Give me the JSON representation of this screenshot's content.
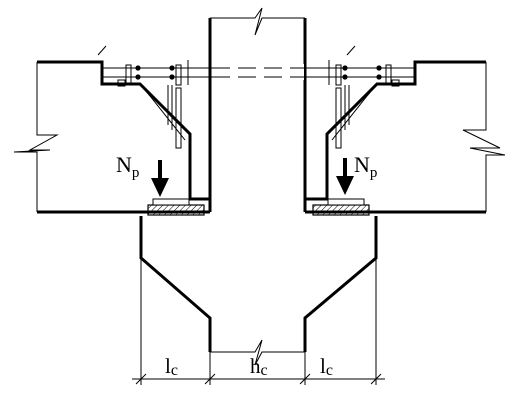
{
  "labels": {
    "force_left": {
      "main": "N",
      "sub": "p"
    },
    "force_right": {
      "main": "N",
      "sub": "p"
    },
    "dim_left": {
      "main": "l",
      "sub": "c"
    },
    "dim_center": {
      "main": "h",
      "sub": "c"
    },
    "dim_right": {
      "main": "l",
      "sub": "c"
    }
  },
  "colors": {
    "line": "#000000",
    "background": "#ffffff",
    "pad_hatch": "#000000"
  }
}
